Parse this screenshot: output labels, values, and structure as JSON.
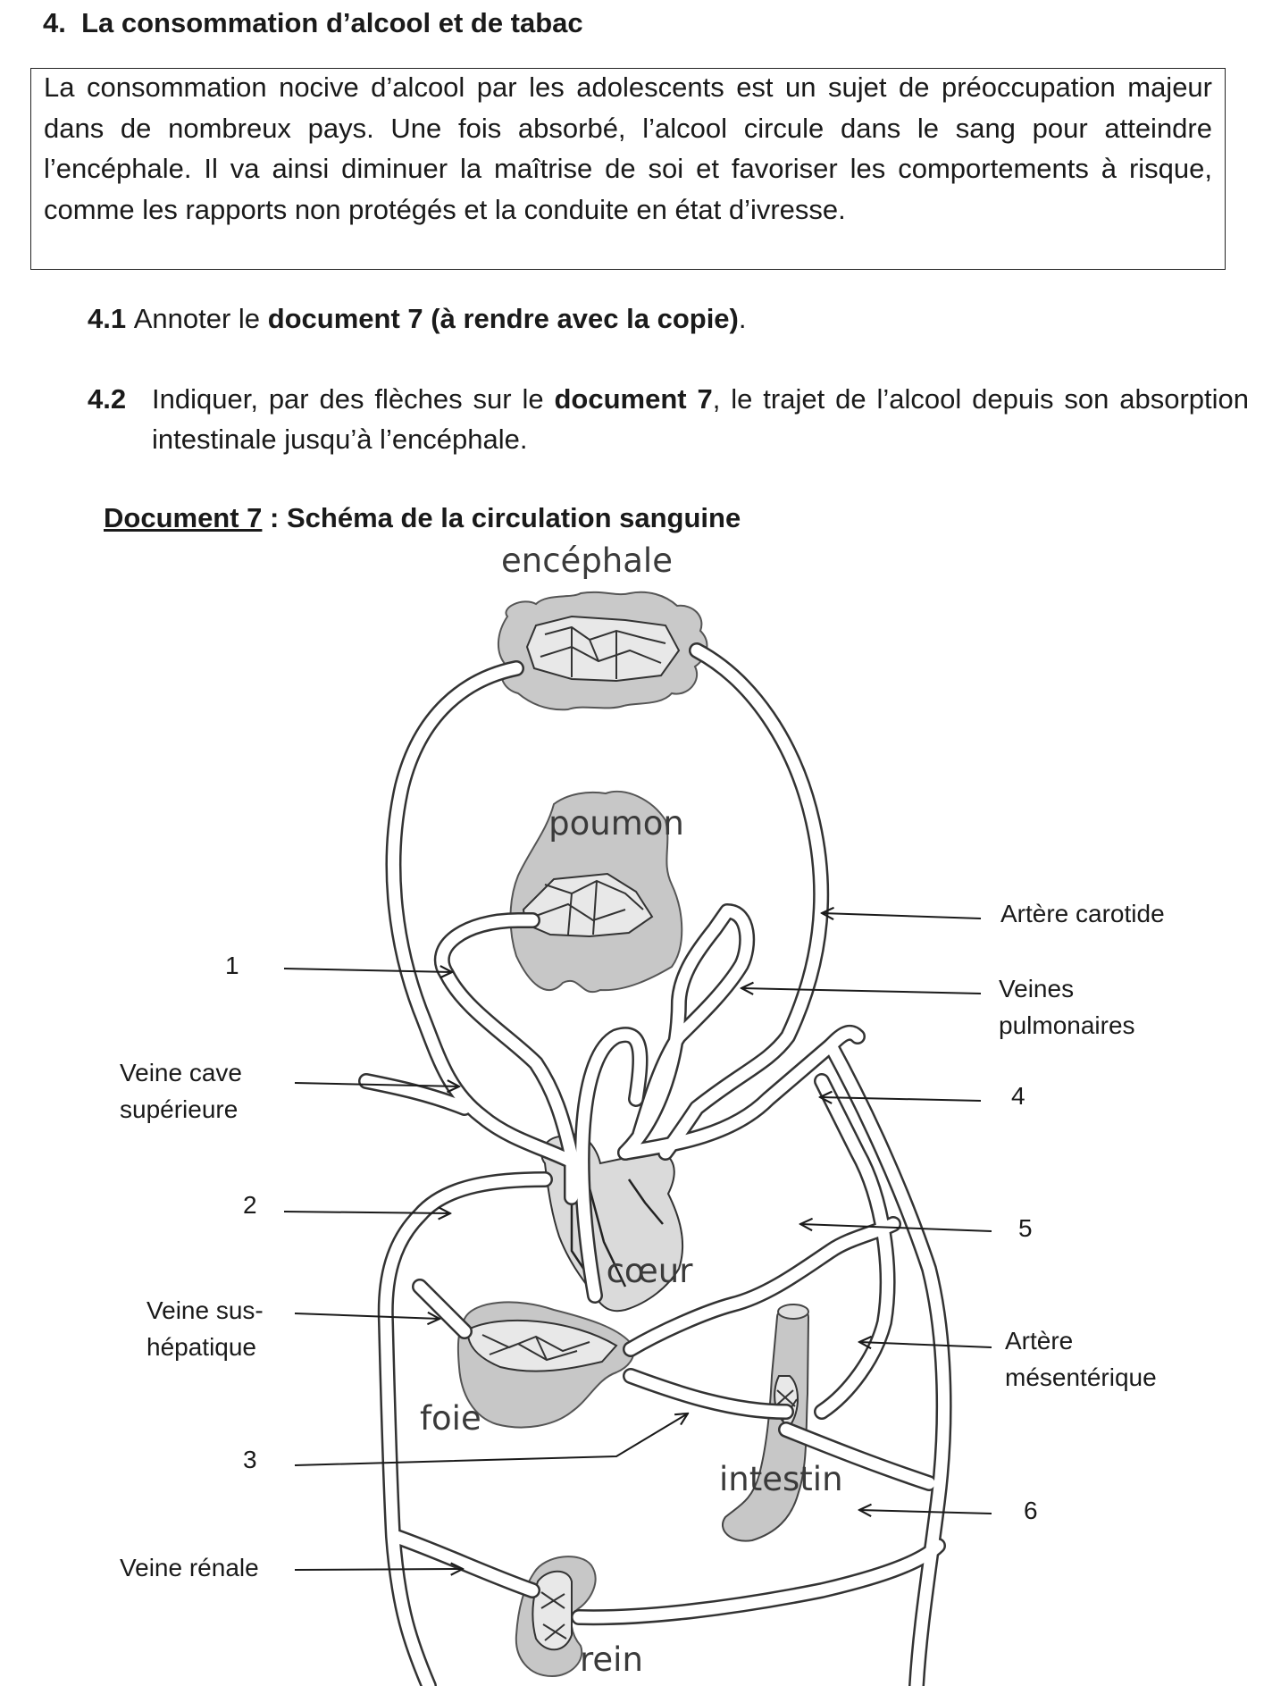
{
  "section": {
    "number": "4.",
    "title": "La consommation d’alcool et de tabac"
  },
  "intro": "La consommation nocive d’alcool par les adolescents est un sujet de préoccupation majeur dans de nombreux pays. Une fois absorbé, l’alcool circule dans le sang pour atteindre l’encéphale. Il va ainsi diminuer la maîtrise de soi et favoriser les comportements à risque, comme les rapports non protégés et la conduite en état d’ivresse.",
  "questions": [
    {
      "number": "4.1",
      "before": "Annoter le",
      "bold": "document 7 (à rendre avec la copie)",
      "after": "."
    },
    {
      "number": "4.2",
      "before": "Indiquer, par des flèches sur le",
      "bold": "document 7",
      "after": ", le trajet de l’alcool depuis son absorption intestinale jusqu’à l’encéphale."
    }
  ],
  "document": {
    "ref": "Document 7",
    "sep": " : ",
    "title": "Schéma de la circulation sanguine"
  },
  "organs": {
    "brain": "encéphale",
    "lung": "poumon",
    "heart": "cœur",
    "liver": "foie",
    "intestine": "intestin",
    "kidney": "rein"
  },
  "labels": {
    "carotid": "Artère carotide",
    "pulm_1": "Veines",
    "pulm_2": "pulmonaires",
    "vcs_1": "Veine cave",
    "vcs_2": "supérieure",
    "hep_1": "Veine sus-",
    "hep_2": "hépatique",
    "mes_1": "Artère",
    "mes_2": "mésentérique",
    "renal": "Veine rénale",
    "n1": "1",
    "n2": "2",
    "n3": "3",
    "n4": "4",
    "n5": "5",
    "n6": "6"
  }
}
